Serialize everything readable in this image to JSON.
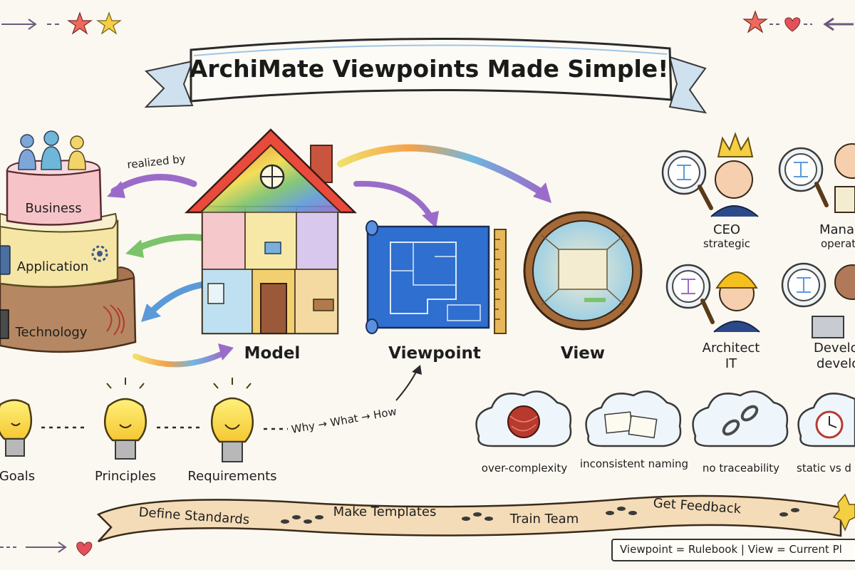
{
  "title": "ArchiMate Viewpoints Made Simple!",
  "layers": {
    "business": "Business",
    "application": "Application",
    "technology": "Technology",
    "realized_by": "realized by"
  },
  "concepts": {
    "model": "Model",
    "viewpoint": "Viewpoint",
    "view": "View"
  },
  "stakeholders": [
    {
      "role": "CEO",
      "sub": "strategic"
    },
    {
      "role": "Manag",
      "sub": "operatio"
    },
    {
      "role": "Architect",
      "sub": "IT"
    },
    {
      "role": "Develo",
      "sub": "develo"
    }
  ],
  "drivers": {
    "goals": "Goals",
    "principles": "Principles",
    "requirements": "Requirements",
    "flow": "Why → What → How"
  },
  "pitfalls": [
    {
      "label": "over-complexity",
      "icon": "yarn-ball-icon"
    },
    {
      "label": "inconsistent naming",
      "icon": "sticky-notes-icon"
    },
    {
      "label": "no traceability",
      "icon": "broken-chain-icon"
    },
    {
      "label": "static vs d",
      "icon": "clock-icon"
    }
  ],
  "steps": {
    "define": "Define Standards",
    "templates": "Make Templates",
    "train": "Train Team",
    "feedback": "Get Feedback"
  },
  "legend": "Viewpoint = Rulebook  | View = Current Pl"
}
